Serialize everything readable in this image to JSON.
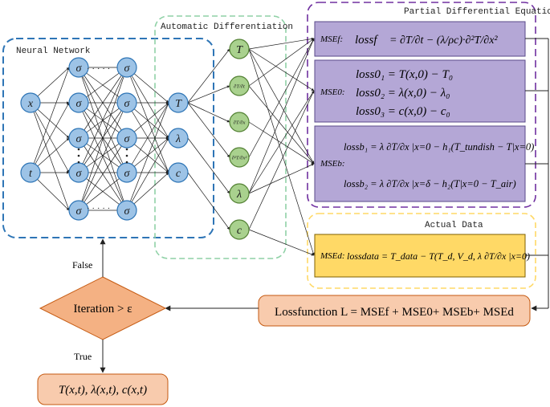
{
  "panels": {
    "neural_network": "Neural Network",
    "automatic_differentiation": "Automatic Differentiation",
    "pde": "Partial Differential Equation",
    "actual_data": "Actual Data"
  },
  "nn": {
    "inputs": [
      "x",
      "t"
    ],
    "hidden_symbol": "σ",
    "hidden_ellipsis": "· · · · ·",
    "outputs": [
      "T",
      "λ",
      "c"
    ]
  },
  "ad": {
    "nodes": [
      "T",
      "∂T/∂t",
      "∂T/∂x",
      "∂²T/∂x²",
      "λ",
      "c"
    ]
  },
  "pde_boxes": {
    "msef": {
      "label": "MSEf:",
      "eq_lhs": "lossf",
      "eq_rhs": "= ∂T/∂t − (λ/ρc)·∂²T/∂x²"
    },
    "mse0": {
      "label": "MSE0:",
      "lines": [
        "loss0₁ = T(x,0) − T₀",
        "loss0₂ = λ(x,0) − λ₀",
        "loss0₃ = c(x,0) − c₀"
      ]
    },
    "mseb": {
      "label": "MSEb:",
      "lines": [
        "lossb₁ = λ ∂T/∂x |x=0 − h₁(T_tundish − T|x=0)",
        "lossb₂ = λ ∂T/∂x |x=δ − h₂(T|x=0 − T_air)"
      ]
    }
  },
  "data_box": {
    "label": "MSEd:",
    "equation": "lossdata = T_data − T(T_d, V_d, λ ∂T/∂x |x=0)"
  },
  "lossfunction": "Lossfunction L = MSEf + MSE0+ MSEb+ MSEd",
  "decision": {
    "text": "Iteration > ε",
    "false_label": "False",
    "true_label": "True"
  },
  "result": "T(x,t), λ(x,t), c(x,t)",
  "colors": {
    "nn_border": "#2e75b6",
    "nn_node": "#9dc3e6",
    "ad_border": "#8fd1a6",
    "ad_node": "#a9d18e",
    "pde_border": "#7030a0",
    "pde_fill": "#b4a7d6",
    "data_border": "#ffd966",
    "data_fill": "#ffd966",
    "orange_fill": "#f8cbad",
    "orange_stroke": "#c55a11"
  }
}
